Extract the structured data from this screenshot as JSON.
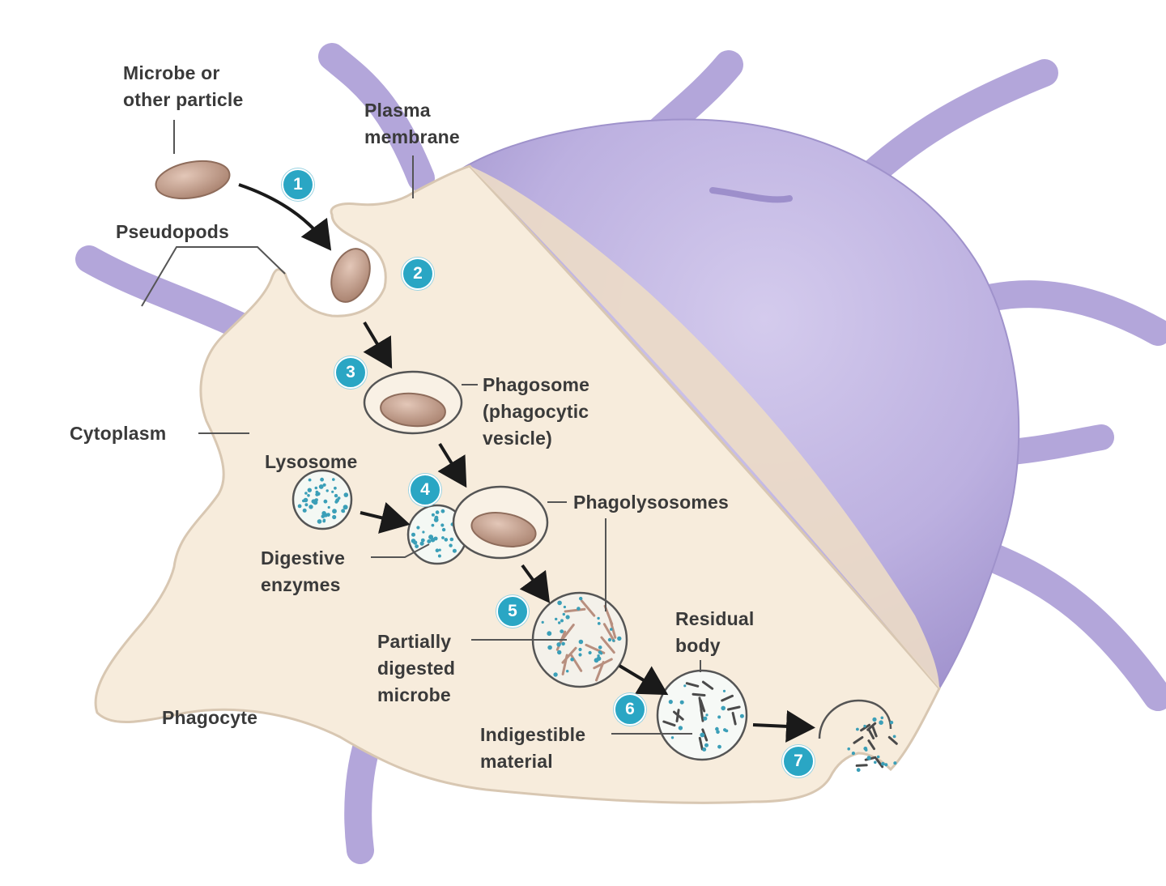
{
  "labels": {
    "microbe": "Microbe or\nother particle",
    "plasma_membrane": "Plasma\nmembrane",
    "pseudopods": "Pseudopods",
    "cytoplasm": "Cytoplasm",
    "phagosome": "Phagosome\n(phagocytic\nvesicle)",
    "lysosome": "Lysosome",
    "phagolysosomes": "Phagolysosomes",
    "digestive_enzymes": "Digestive\nenzymes",
    "partially_digested": "Partially\ndigested\nmicrobe",
    "residual_body": "Residual\nbody",
    "indigestible": "Indigestible\nmaterial",
    "phagocyte": "Phagocyte"
  },
  "steps": [
    "1",
    "2",
    "3",
    "4",
    "5",
    "6",
    "7"
  ],
  "colors": {
    "cell_body": "#f7ecdc",
    "cell_cut_face": "#efdfcb",
    "membrane_purple": "#b9addc",
    "membrane_purple_dark": "#9d8fcb",
    "microbe_fill": "#c9a493",
    "badge": "#2aa6c4",
    "enzyme_dot": "#3b9fb8"
  }
}
